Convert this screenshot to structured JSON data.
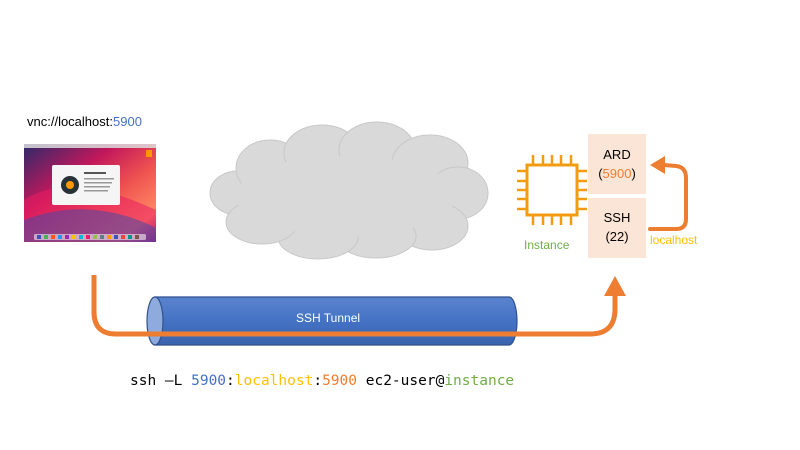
{
  "vnc": {
    "prefix": "vnc://localhost:",
    "port": "5900"
  },
  "ard_box": {
    "name": "ARD",
    "open": "(",
    "port": "5900",
    "close": ")"
  },
  "ssh_box": {
    "name": "SSH",
    "port": "(22)"
  },
  "instance_label": "Instance",
  "localhost_label": "localhost",
  "tunnel_label": "SSH Tunnel",
  "command": {
    "prefix": "ssh –L ",
    "local_port": "5900",
    "sep1": ":",
    "host": "localhost",
    "sep2": ":",
    "remote_port": "5900",
    "user_part": " ec2-user@",
    "target": "instance"
  },
  "colors": {
    "blue": "#4472c4",
    "orange": "#ed7d31",
    "yellow": "#ffc000",
    "green": "#70ad47",
    "chip": "#f39c12",
    "box_fill": "#fbe5d6",
    "cloud": "#d9d9d9"
  },
  "icons": {
    "laptop": "macos-desktop-screenshot",
    "cloud": "cloud-icon",
    "chip": "ec2-chip-icon"
  }
}
